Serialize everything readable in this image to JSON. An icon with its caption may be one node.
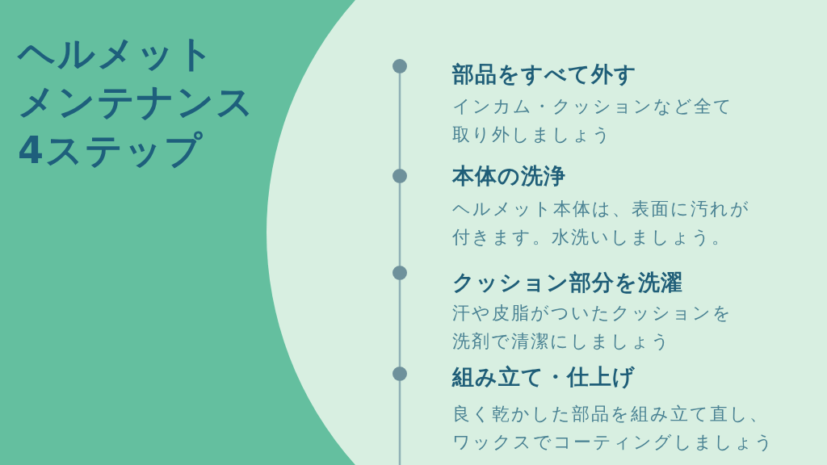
{
  "diagram": {
    "title": "ヘルメットメンテナンス4ステップ",
    "nodes": [
      {
        "text": [],
        "shape": "circle",
        "beside": [
          "部品をすべて外す",
          "インカム・クッションなど全て取り外しましょう"
        ]
      },
      {
        "text": [],
        "shape": "circle",
        "beside": [
          "本体の洗浄",
          "ヘルメット本体は、表面に汚れが付きます。水洗いしましょう。"
        ]
      },
      {
        "text": [],
        "shape": "circle",
        "beside": [
          "クッション部分を洗濯",
          "汗や皮脂がついたクッションを洗剤で清潔にしましょう"
        ]
      },
      {
        "text": [],
        "shape": "circle",
        "beside": [
          "組み立て・仕上げ",
          "良く乾かした部品を組み立て直し、ワックスでコーティングしましょう"
        ]
      }
    ],
    "edges": [
      {
        "from": 0,
        "to": 1,
        "arrow": "none"
      },
      {
        "from": 1,
        "to": 2,
        "arrow": "none"
      },
      {
        "from": 2,
        "to": 3,
        "arrow": "none"
      },
      {
        "from": 3,
        "to": null,
        "arrow": "none"
      }
    ]
  }
}
